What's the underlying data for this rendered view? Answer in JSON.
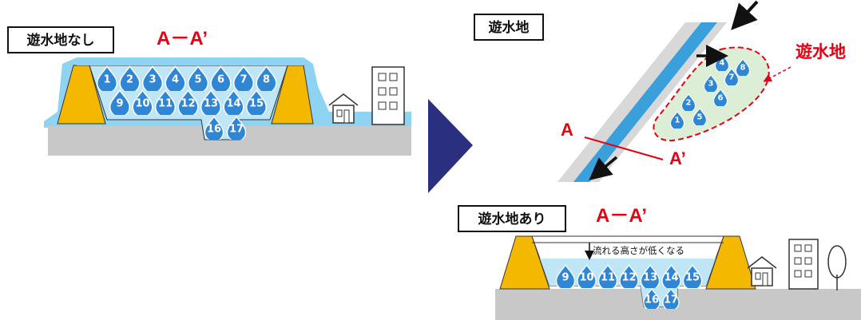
{
  "colors": {
    "water": "#8fd3f2",
    "river": "#3aa0dc",
    "levee": "#f4b800",
    "ground": "#c8c8c8",
    "drop": "#2e86d4",
    "drop_stroke": "#ffffff",
    "title_red": "#e60012",
    "arrow_navy": "#2a2f7f",
    "retention": "#dcefd6"
  },
  "left_panel": {
    "label": "遊水地なし",
    "section_title": "A－A’",
    "drops_row1": [
      "1",
      "2",
      "3",
      "4",
      "5",
      "6",
      "7",
      "8"
    ],
    "drops_row2": [
      "9",
      "10",
      "11",
      "12",
      "13",
      "14",
      "15"
    ],
    "drops_row3": [
      "16",
      "17"
    ]
  },
  "map_panel": {
    "label": "遊水地",
    "callout": "遊水地",
    "point_a": "A",
    "point_a_prime": "A’",
    "basin_drops": [
      "1",
      "2",
      "3",
      "4",
      "5",
      "6",
      "7",
      "8"
    ]
  },
  "bottom_panel": {
    "label": "遊水地あり",
    "section_title": "A－A’",
    "note": "流れる高さが低くなる",
    "drops_row1": [
      "9",
      "10",
      "11",
      "12",
      "13",
      "14",
      "15"
    ],
    "drops_row2": [
      "16",
      "17"
    ]
  },
  "icons": {
    "house": "house-icon",
    "building": "building-icon",
    "tree": "tree-icon",
    "transition_arrow": "triangle-right-icon"
  }
}
